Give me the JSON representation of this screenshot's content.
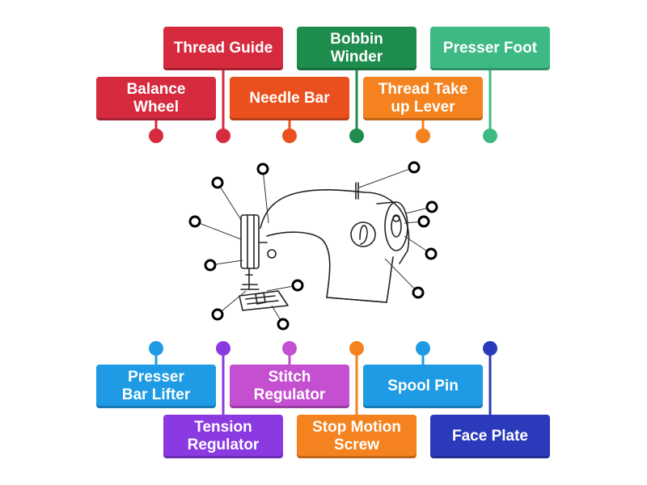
{
  "labels": [
    {
      "text": "Thread Guide",
      "color": "#d62b3f"
    },
    {
      "text": "Bobbin\nWinder",
      "color": "#1e8c4c"
    },
    {
      "text": "Presser Foot",
      "color": "#3dba84"
    },
    {
      "text": "Balance\nWheel",
      "color": "#d62b3f"
    },
    {
      "text": "Needle Bar",
      "color": "#e9501d"
    },
    {
      "text": "Thread Take\nup Lever",
      "color": "#f4821e"
    },
    {
      "text": "Presser\nBar Lifter",
      "color": "#1e9be4"
    },
    {
      "text": "Stitch\nRegulator",
      "color": "#c44fd0"
    },
    {
      "text": "Spool Pin",
      "color": "#1e9be4"
    },
    {
      "text": "Tension\nRegulator",
      "color": "#8a3ae0"
    },
    {
      "text": "Stop Motion\nScrew",
      "color": "#f4821e"
    },
    {
      "text": "Face Plate",
      "color": "#2a3aba"
    }
  ]
}
